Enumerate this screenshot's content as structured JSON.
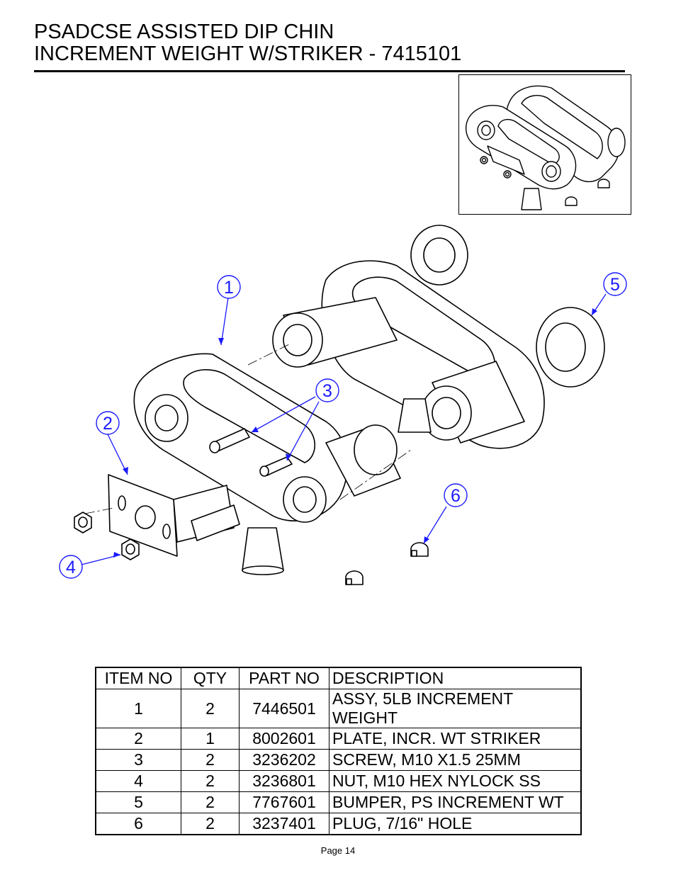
{
  "document": {
    "title_line1": "PSADCSE ASSISTED DIP CHIN",
    "title_line2": "INCREMENT WEIGHT W/STRIKER - 7415101",
    "page_label": "Page 14"
  },
  "callouts": [
    "1",
    "2",
    "3",
    "4",
    "5",
    "6"
  ],
  "bom": {
    "headers": [
      "ITEM NO",
      "QTY",
      "PART NO",
      "DESCRIPTION"
    ],
    "rows": [
      [
        "1",
        "2",
        "7446501",
        "ASSY, 5LB INCREMENT WEIGHT"
      ],
      [
        "2",
        "1",
        "8002601",
        "PLATE, INCR. WT STRIKER"
      ],
      [
        "3",
        "2",
        "3236202",
        "SCREW, M10 X1.5 25MM"
      ],
      [
        "4",
        "2",
        "3236801",
        "NUT, M10 HEX  NYLOCK SS"
      ],
      [
        "5",
        "2",
        "7767601",
        "BUMPER, PS INCREMENT WT"
      ],
      [
        "6",
        "2",
        "3237401",
        "PLUG, 7/16\" HOLE"
      ]
    ]
  },
  "colors": {
    "callout": "#1a1aff",
    "line": "#000000"
  }
}
